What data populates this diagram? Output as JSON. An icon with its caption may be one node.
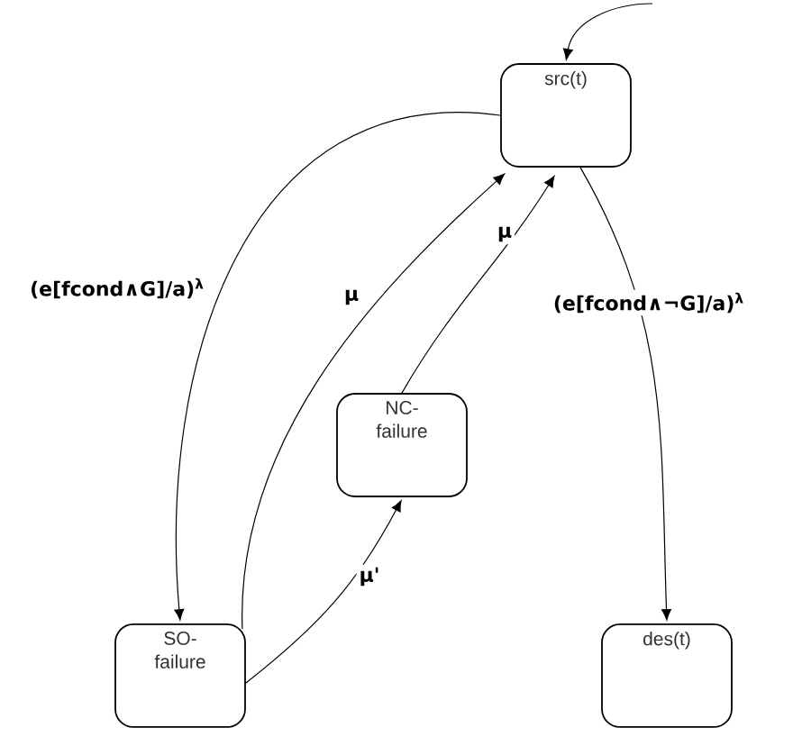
{
  "diagram": {
    "nodes": [
      {
        "text": [
          "src(t)"
        ]
      },
      {
        "text": [
          "SO- failure"
        ]
      },
      {
        "text": [
          "NC- failure"
        ]
      },
      {
        "text": [
          "des(t)"
        ]
      }
    ],
    "edges": [
      {
        "from": null,
        "to": 0,
        "arrow": "to"
      },
      {
        "from": 0,
        "to": 1,
        "arrow": "to",
        "label": "(e[fcond∧G]/a)$^{λ}$"
      },
      {
        "from": 1,
        "to": 0,
        "arrow": "to",
        "label": "μ"
      },
      {
        "from": 2,
        "to": 0,
        "arrow": "to",
        "label": "μ"
      },
      {
        "from": 1,
        "to": 2,
        "arrow": "to",
        "label": "μ'"
      },
      {
        "from": 0,
        "to": 3,
        "arrow": "to",
        "label": "(e[fcond∧¬G]/a)$^{λ}$"
      }
    ]
  }
}
